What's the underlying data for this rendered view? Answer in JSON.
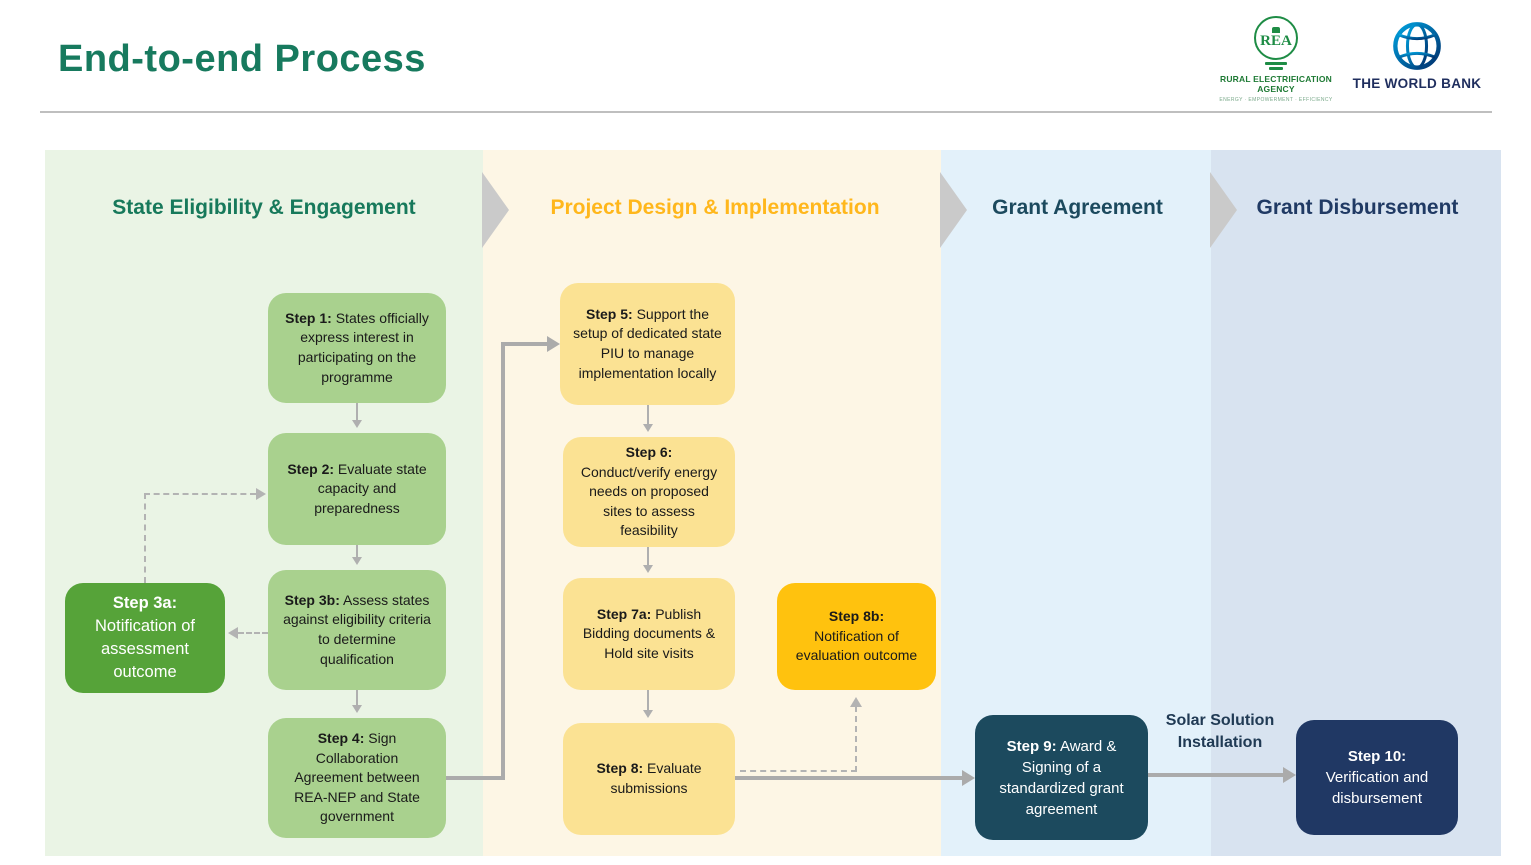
{
  "page": {
    "title": "End-to-end Process"
  },
  "logos": {
    "rea": {
      "acronym": "REA",
      "name": "RURAL ELECTRIFICATION AGENCY",
      "tagline": "ENERGY · EMPOWERMENT · EFFICIENCY"
    },
    "world_bank": {
      "name": "THE WORLD BANK"
    }
  },
  "phases": [
    {
      "label": "State Eligibility & Engagement",
      "text_color": "#17795B",
      "band_color": "#EAF4E5"
    },
    {
      "label": "Project Design & Implementation",
      "text_color": "#FFB71C",
      "band_color": "#FDF6E5"
    },
    {
      "label": "Grant Agreement",
      "text_color": "#1C4A5E",
      "band_color": "#E3F1FA"
    },
    {
      "label": "Grant Disbursement",
      "text_color": "#203A64",
      "band_color": "#D8E3F0"
    }
  ],
  "steps": [
    {
      "label": "Step 1:",
      "text": "States officially express interest in participating on the programme",
      "color": "#A9D18E"
    },
    {
      "label": "Step 2:",
      "text": "Evaluate state capacity and preparedness",
      "color": "#A9D18E"
    },
    {
      "label": "Step 3a:",
      "text": "Notification of assessment outcome",
      "color": "#56A339"
    },
    {
      "label": "Step 3b:",
      "text": "Assess states against eligibility criteria to determine qualification",
      "color": "#A9D18E"
    },
    {
      "label": "Step 4:",
      "text": "Sign Collaboration Agreement between REA-NEP and State government",
      "color": "#A9D18E"
    },
    {
      "label": "Step 5:",
      "text": "Support the setup of dedicated state PIU to manage implementation locally",
      "color": "#FBE293"
    },
    {
      "label": "Step 6:",
      "text": "Conduct/verify energy needs on proposed sites to assess feasibility",
      "color": "#FBE293"
    },
    {
      "label": "Step 7a:",
      "text": "Publish Bidding documents & Hold site visits",
      "color": "#FBE293"
    },
    {
      "label": "Step 8:",
      "text": "Evaluate submissions",
      "color": "#FBE293"
    },
    {
      "label": "Step 8b:",
      "text": "Notification of evaluation outcome",
      "color": "#FFC20E"
    },
    {
      "label": "Step 9:",
      "text": "Award & Signing of a standardized grant agreement",
      "color": "#1C4A5E"
    },
    {
      "label": "Step 10:",
      "text": "Verification and disbursement",
      "color": "#203864"
    }
  ],
  "annotations": {
    "solar_label": "Solar Solution Installation"
  },
  "colors": {
    "title": "#177A5E",
    "connector": "#ABABAB",
    "chevron": "#CACACA"
  }
}
